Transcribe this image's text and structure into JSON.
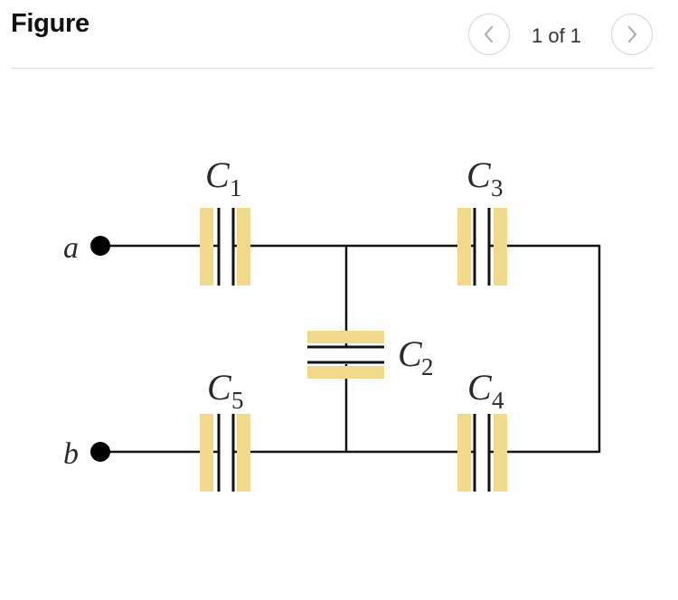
{
  "header": {
    "title": "Figure",
    "pager_text": "1 of 1",
    "prev_icon": "chevron-left-icon",
    "next_icon": "chevron-right-icon"
  },
  "colors": {
    "wire": "#111111",
    "capacitor_highlight": "#f0d98a",
    "nav_border": "#d6d6d6",
    "chevron": "#b0b0b0"
  },
  "circuit": {
    "terminals": [
      {
        "label": "a"
      },
      {
        "label": "b"
      }
    ],
    "capacitors": [
      {
        "label": "C",
        "subscript": "1"
      },
      {
        "label": "C",
        "subscript": "2"
      },
      {
        "label": "C",
        "subscript": "3"
      },
      {
        "label": "C",
        "subscript": "4"
      },
      {
        "label": "C",
        "subscript": "5"
      }
    ]
  }
}
